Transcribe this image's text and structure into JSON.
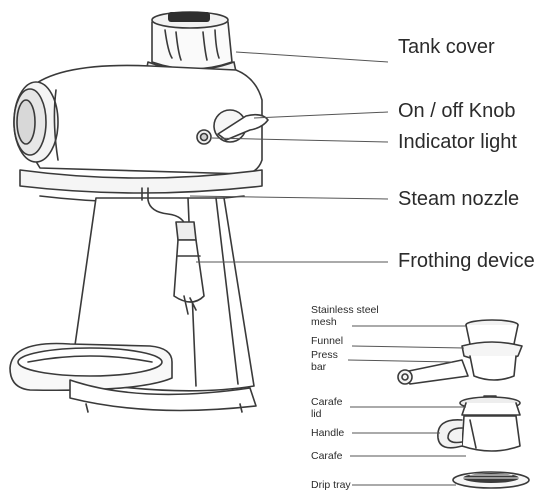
{
  "labels": {
    "tank_cover": "Tank cover",
    "on_off_knob": "On / off Knob",
    "indicator_light": "Indicator light",
    "steam_nozzle": "Steam nozzle",
    "frothing_device": "Frothing device"
  },
  "accessory_labels": {
    "stainless_mesh_line1": "Stainless steel",
    "stainless_mesh_line2": "mesh",
    "funnel": "Funnel",
    "press_bar_line1": "Press",
    "press_bar_line2": "bar",
    "carafe_lid_line1": "Carafe",
    "carafe_lid_line2": "lid",
    "handle": "Handle",
    "carafe": "Carafe",
    "drip_tray": "Drip tray"
  },
  "colors": {
    "stroke": "#3a3a3a",
    "leader": "#555555",
    "text": "#2b2b2b"
  }
}
